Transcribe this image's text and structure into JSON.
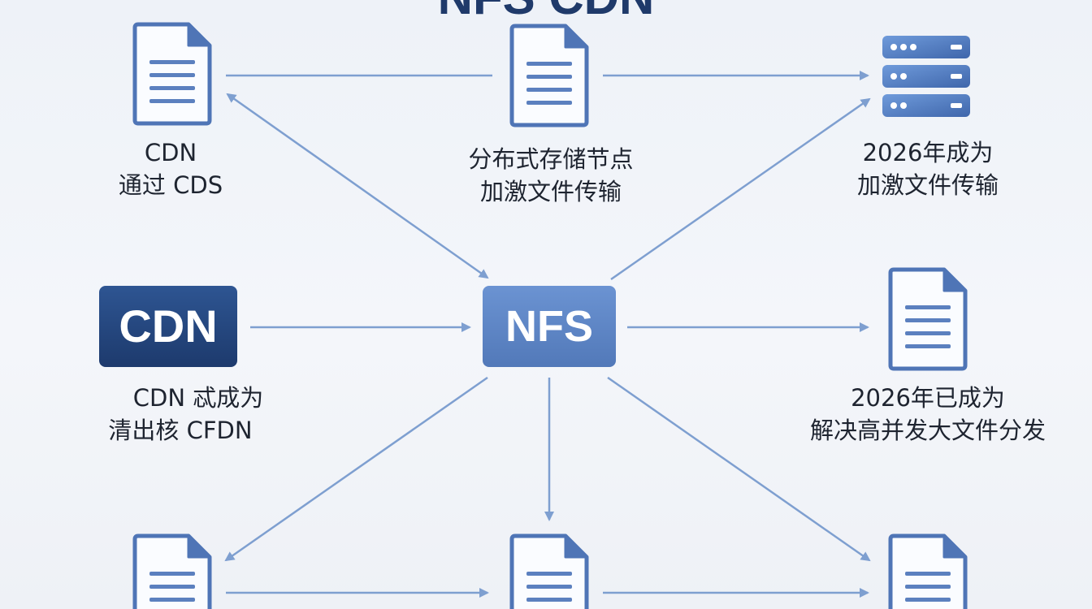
{
  "title": "NFS CDN",
  "nodes": {
    "cdn_box_label": "CDN",
    "nfs_box_label": "NFS"
  },
  "labels": {
    "top_left": [
      "CDN",
      "通过 CDS"
    ],
    "top_center": [
      "分布式存储节点",
      "加激文件传输"
    ],
    "top_right": [
      "2026年成为",
      "加激文件传输"
    ],
    "middle_left": [
      "CDN 忒成为",
      "清出核 CFDN"
    ],
    "middle_right": [
      "2026年已成为",
      "解决高并发大文件分发"
    ]
  },
  "colors": {
    "doc_stroke": "#4f75b6",
    "arrow": "#7e9fd0",
    "cdn_box": "#24467f",
    "nfs_box": "#5e86c6",
    "server": "#4f7bc1"
  }
}
